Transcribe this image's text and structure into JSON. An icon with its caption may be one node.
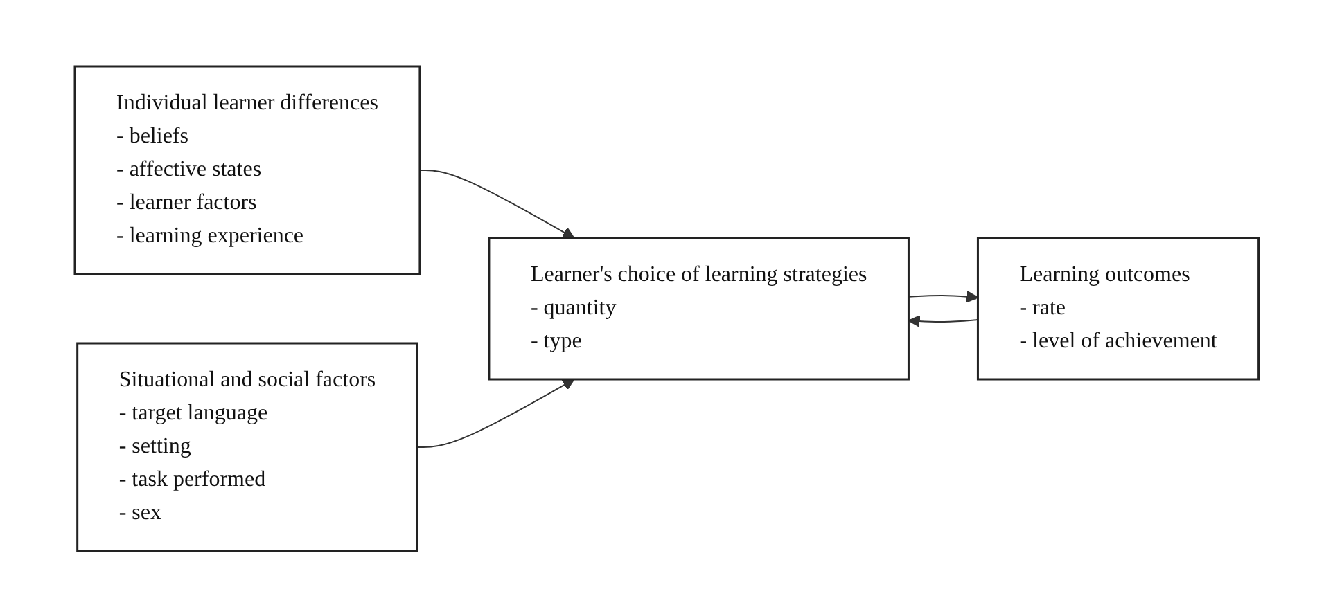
{
  "diagram": {
    "nodes": [
      {
        "text": [
          "Individual learner differences",
          "- beliefs",
          "- affective states",
          "- learner factors",
          "- learning experience"
        ]
      },
      {
        "text": [
          "Situational and social factors",
          "- target  language",
          "- setting",
          "- task performed",
          "- sex"
        ]
      },
      {
        "text": [
          "Learner's choice of learning strategies",
          "- quantity",
          "- type"
        ]
      },
      {
        "text": [
          "Learning outcomes",
          "- rate",
          "- level of achievement"
        ]
      }
    ],
    "edges": [
      {
        "from": 0,
        "to": 2,
        "arrow": "to"
      },
      {
        "from": 1,
        "to": 2,
        "arrow": "to"
      },
      {
        "from": 2,
        "to": 3,
        "arrow": "to"
      },
      {
        "from": 3,
        "to": 2,
        "arrow": "to"
      }
    ]
  }
}
